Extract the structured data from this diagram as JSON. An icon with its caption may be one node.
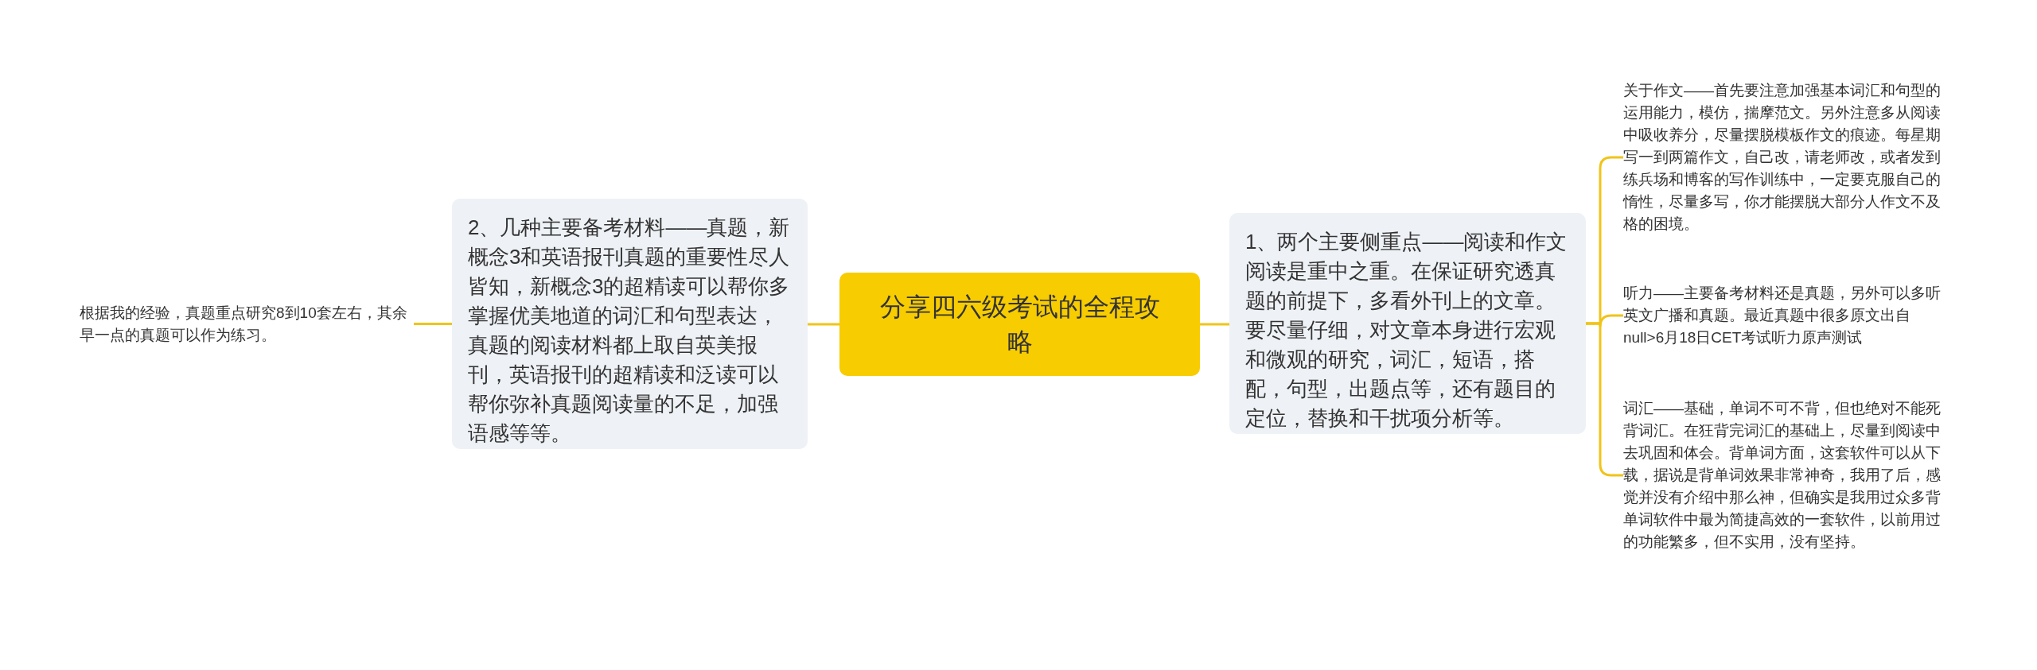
{
  "diagram": {
    "nodes": [
      {
        "text": [
          "分享四六级考试的全程攻略"
        ]
      },
      {
        "text": [
          "1、两个主要侧重点——阅读和作文阅读是重中之重。在保证研究透真题的前提下，多看外刊上的文章。要尽量仔细，对文章本身进行宏观和微观的研究，词汇，短语，搭配，句型，出题点等，还有题目的定位，替换和干扰项分析等。"
        ]
      },
      {
        "text": [
          "2、几种主要备考材料——真题，新概念3和英语报刊真题的重要性尽人皆知，新概念3的超精读可以帮你多掌握优美地道的词汇和句型表达，真题的阅读材料都上取自英美报刊，英语报刊的超精读和泛读可以帮你弥补真题阅读量的不足，加强语感等等。"
        ]
      },
      {
        "text": [
          "根据我的经验，真题重点研究8到10套左右，其余早一点的真题可以作为练习。"
        ]
      },
      {
        "text": [
          "关于作文——首先要注意加强基本词汇和句型的运用能力，模仿，揣摩范文。另外注意多从阅读中吸收养分，尽量摆脱模板作文的痕迹。每星期写一到两篇作文，自己改，请老师改，或者发到练兵场和博客的写作训练中，一定要克服自己的惰性，尽量多写，你才能摆脱大部分人作文不及格的困境。"
        ]
      },
      {
        "text": [
          "听力——主要备考材料还是真题，另外可以多听英文广播和真题。最近真题中很多原文出自null>6月18日CET考试听力原声测试"
        ]
      },
      {
        "text": [
          "词汇——基础，单词不可不背，但也绝对不能死背词汇。在狂背完词汇的基础上，尽量到阅读中去巩固和体会。背单词方面，这套软件可以从下载，据说是背单词效果非常神奇，我用了后，感觉并没有介绍中那么神，但确实是我用过众多背单词软件中最为简捷高效的一套软件，以前用过的功能繁多，但不实用，没有坚持。"
        ]
      }
    ],
    "edges": [
      {
        "from": 0,
        "to": 1,
        "arrow": "none"
      },
      {
        "from": 0,
        "to": 2,
        "arrow": "none"
      },
      {
        "from": 2,
        "to": 3,
        "arrow": "none"
      },
      {
        "from": 1,
        "to": 4,
        "arrow": "none"
      },
      {
        "from": 1,
        "to": 5,
        "arrow": "none"
      },
      {
        "from": 1,
        "to": 6,
        "arrow": "none"
      }
    ]
  }
}
